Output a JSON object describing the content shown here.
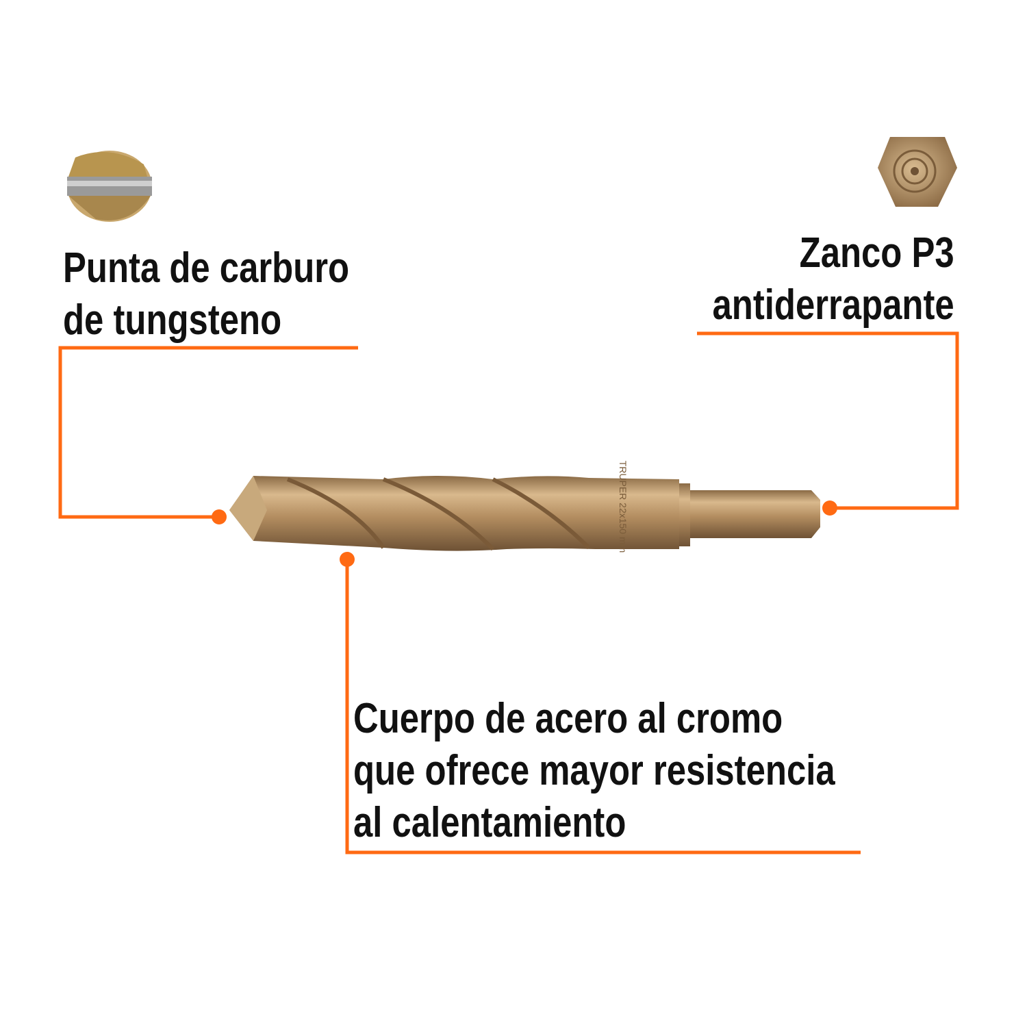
{
  "features": {
    "tip": {
      "lines": [
        "Punta de carburo",
        "de tungsteno"
      ]
    },
    "shank": {
      "lines": [
        "Zanco P3",
        "antiderrapante"
      ]
    },
    "body": {
      "lines": [
        "Cuerpo de acero al cromo",
        "que ofrece mayor resistencia",
        "al calentamiento"
      ]
    }
  },
  "product_marking": "TRUPER 22x150 mm",
  "colors": {
    "accent": "#ff6a13",
    "text": "#111111",
    "bronze": "#b08a5c"
  }
}
